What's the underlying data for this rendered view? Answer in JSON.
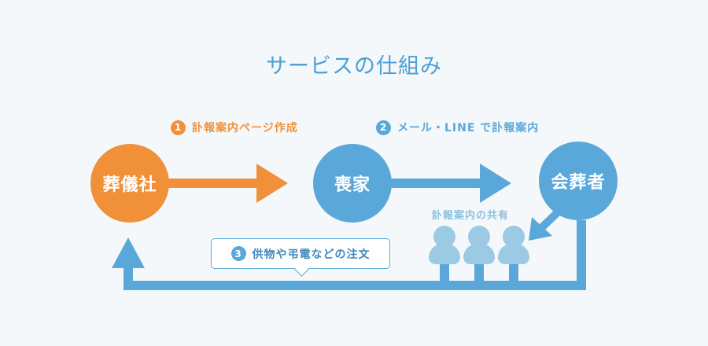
{
  "title": "サービスの仕組み",
  "colors": {
    "orange": "#f0913a",
    "blue": "#5aa8d9",
    "light_blue": "#9cc9e4"
  },
  "steps": [
    {
      "num": "1",
      "label": "訃報案内ページ作成"
    },
    {
      "num": "2",
      "label": "メール・LINE で訃報案内"
    },
    {
      "num": "3",
      "label": "供物や弔電などの注文"
    }
  ],
  "nodes": {
    "funeral_company": "葬儀社",
    "mourner": "喪家",
    "attendees": "会葬者"
  },
  "share_label": "訃報案内の共有",
  "icons": [
    "user-icon",
    "user-icon",
    "user-icon"
  ]
}
